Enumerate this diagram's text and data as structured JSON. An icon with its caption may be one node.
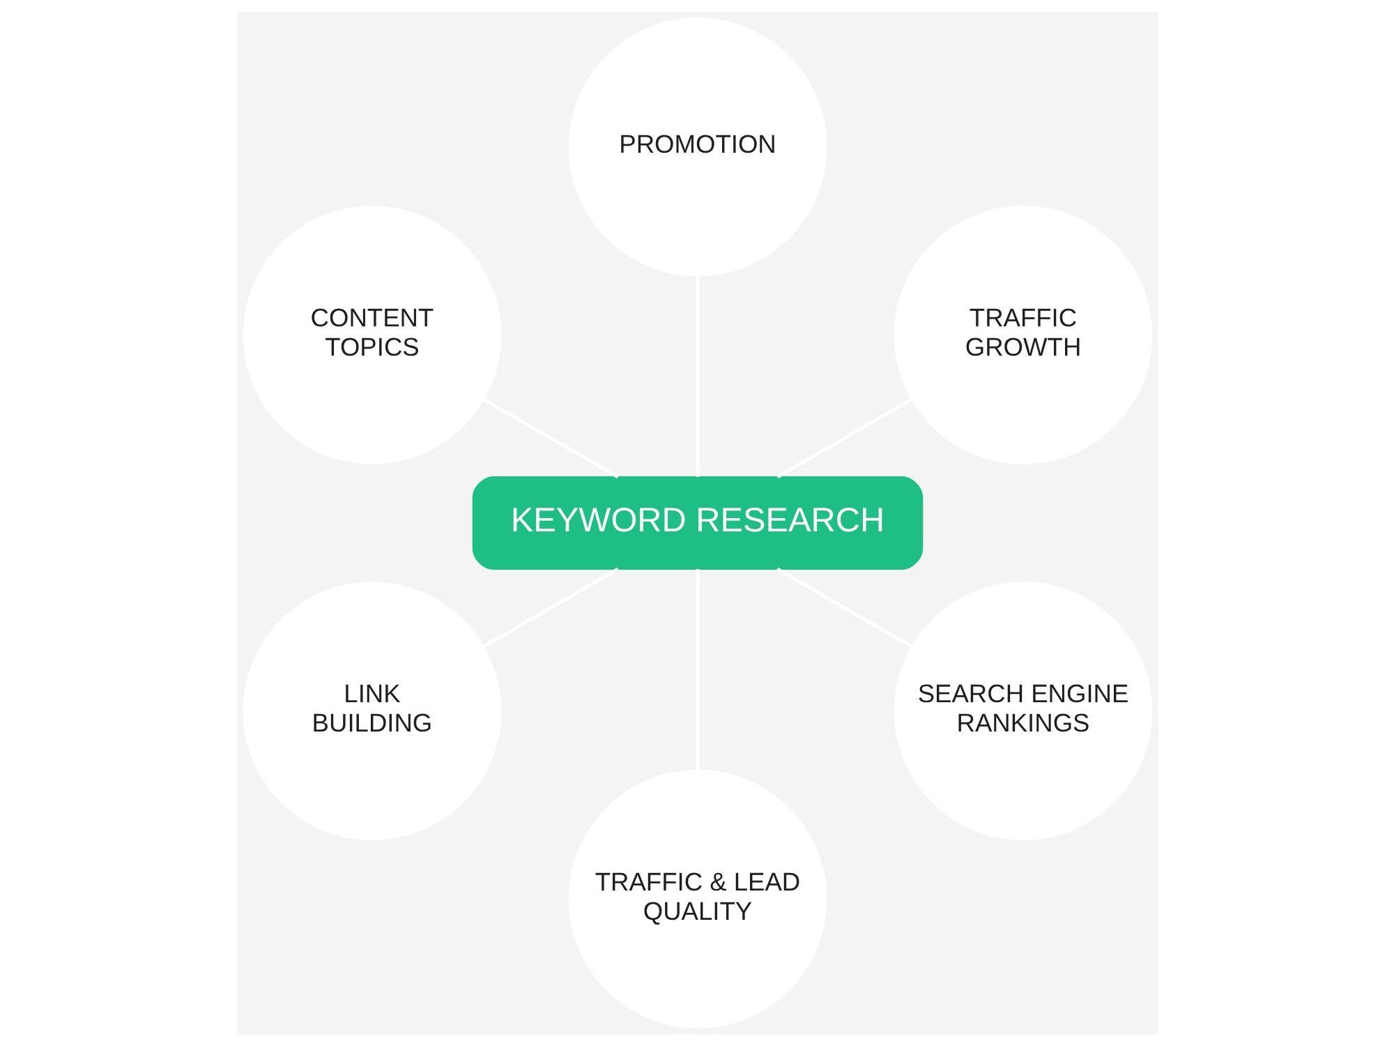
{
  "diagram": {
    "nodes": [
      {
        "text": [
          "PROMOTION"
        ]
      },
      {
        "text": [
          "CONTENT TOPICS"
        ]
      },
      {
        "text": [
          "TRAFFIC GROWTH"
        ]
      },
      {
        "text": [
          "KEYWORD RESEARCH"
        ]
      },
      {
        "text": [
          "LINK BUILDING"
        ]
      },
      {
        "text": [
          "SEARCH ENGINE RANKINGS"
        ]
      },
      {
        "text": [
          "TRAFFIC & LEAD QUALITY"
        ]
      }
    ],
    "edges": [
      {
        "from": 3,
        "to": 0,
        "arrow": "none"
      },
      {
        "from": 3,
        "to": 2,
        "arrow": "none"
      },
      {
        "from": 3,
        "to": 5,
        "arrow": "none"
      },
      {
        "from": 3,
        "to": 6,
        "arrow": "none"
      },
      {
        "from": 3,
        "to": 4,
        "arrow": "none"
      },
      {
        "from": 3,
        "to": 1,
        "arrow": "none"
      }
    ]
  }
}
